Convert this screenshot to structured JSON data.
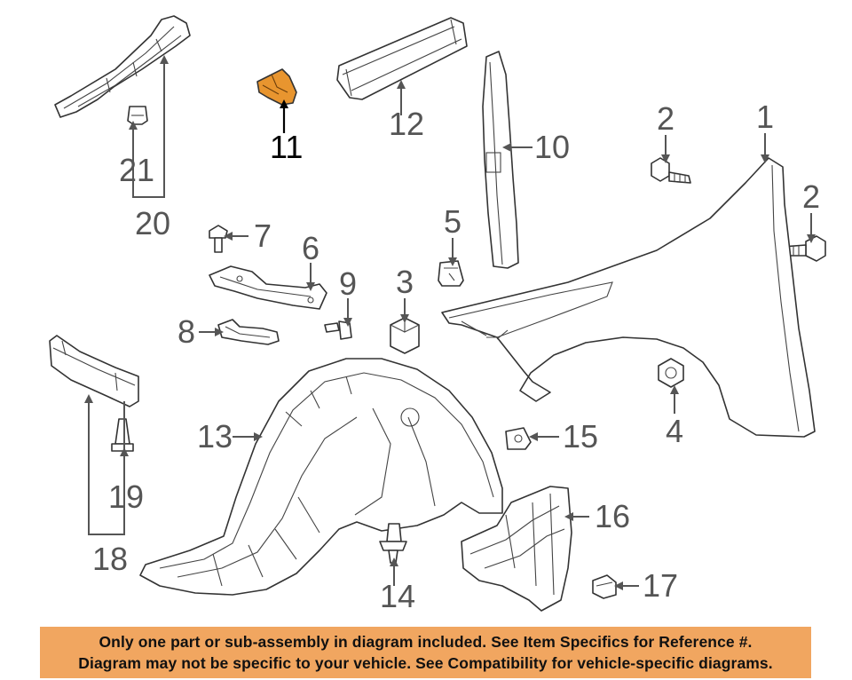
{
  "callouts": {
    "c1": "1",
    "c2a": "2",
    "c2b": "2",
    "c3": "3",
    "c4": "4",
    "c5": "5",
    "c6": "6",
    "c7": "7",
    "c8": "8",
    "c9": "9",
    "c10": "10",
    "c11": "11",
    "c12": "12",
    "c13": "13",
    "c14": "14",
    "c15": "15",
    "c16": "16",
    "c17": "17",
    "c18": "18",
    "c19": "19",
    "c20": "20",
    "c21": "21"
  },
  "highlight": {
    "part_number": "11",
    "color": "#e8952f"
  },
  "banner": {
    "line1": "Only one part or sub-assembly in diagram included. See Item Specifics for Reference #.",
    "line2": "Diagram may not be specific to your vehicle. See Compatibility for vehicle-specific diagrams.",
    "background": "#f1a660"
  }
}
